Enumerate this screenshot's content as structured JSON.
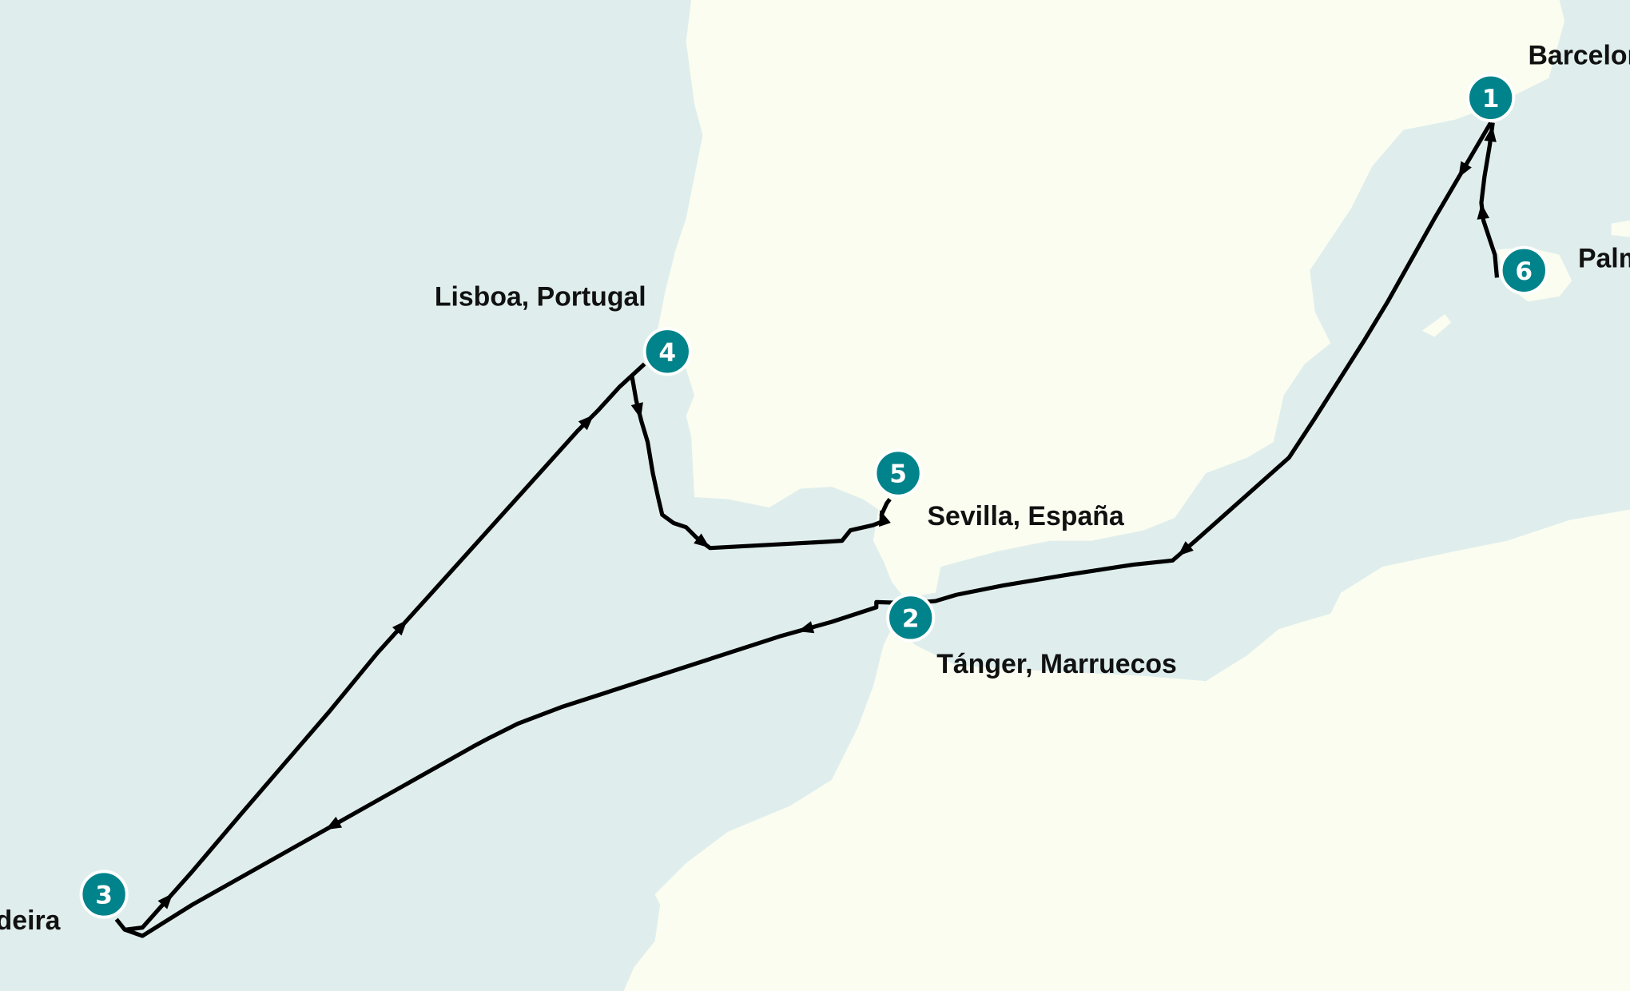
{
  "map": {
    "colors": {
      "water": "#dfeeed",
      "land": "#fbfdf0",
      "route": "#000000",
      "marker": "#00838a",
      "marker_outline": "#ffffff"
    },
    "stops": [
      {
        "number": "1",
        "label": "Barcelona"
      },
      {
        "number": "2",
        "label": "Tánger, Marruecos"
      },
      {
        "number": "3",
        "label": "Madeira"
      },
      {
        "number": "4",
        "label": "Lisboa, Portugal"
      },
      {
        "number": "5",
        "label": "Sevilla, España"
      },
      {
        "number": "6",
        "label": "Palma"
      }
    ]
  }
}
